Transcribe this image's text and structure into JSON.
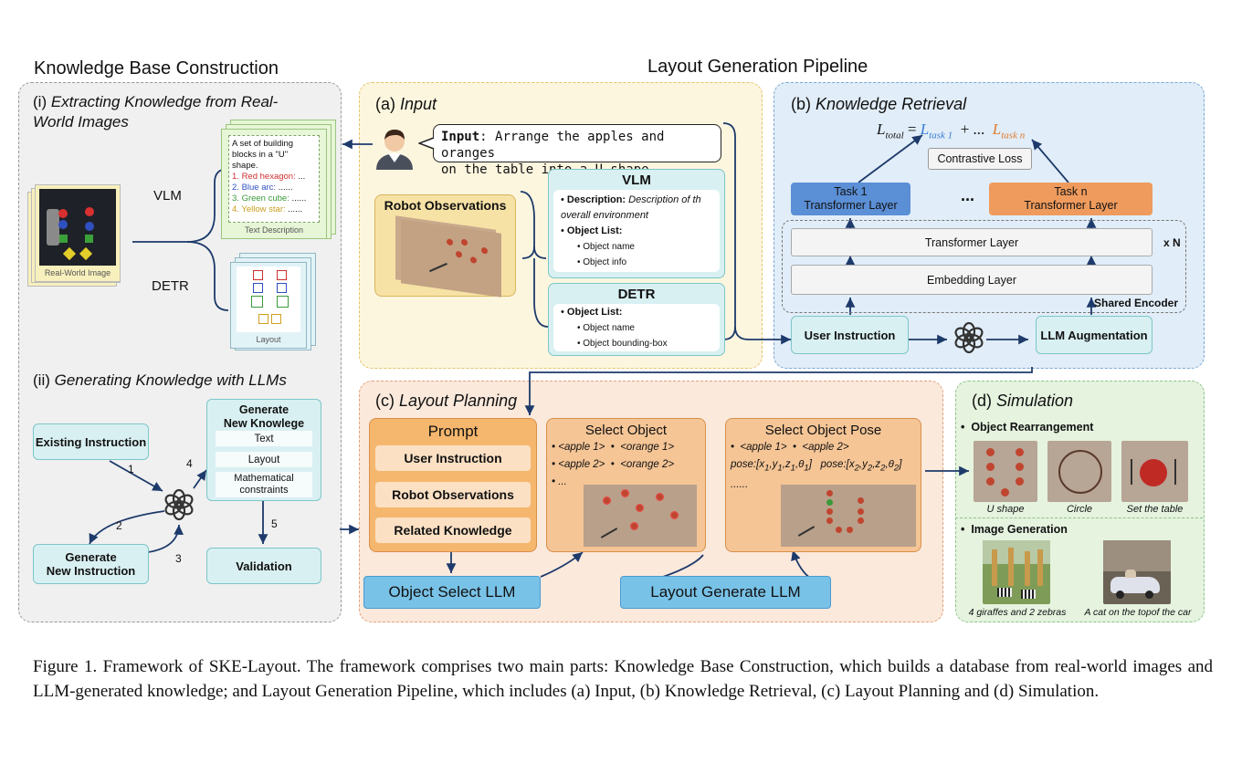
{
  "headers": {
    "kb": "Knowledge Base Construction",
    "lgp": "Layout Generation Pipeline"
  },
  "kb_panel": {
    "i_prefix": "(i)",
    "i_title_line1": "Extracting Knowledge from Real-",
    "i_title_line2": "World Images",
    "real_world_label": "Real-World Image",
    "vlm_label": "VLM",
    "detr_label": "DETR",
    "text_desc_intro": "A set of building blocks in a \"U\" shape.",
    "text_desc_items": [
      {
        "num": "1.",
        "name": "Red hexagon:",
        "rest": " ...",
        "color": "#d03030"
      },
      {
        "num": "2.",
        "name": "Blue arc:",
        "rest": " ......",
        "color": "#3050c0"
      },
      {
        "num": "3.",
        "name": "Green cube:",
        "rest": " ......",
        "color": "#3a9a3a"
      },
      {
        "num": "4.",
        "name": "Yellow star:",
        "rest": " ......",
        "color": "#c8a020"
      }
    ],
    "text_desc_label": "Text Description",
    "layout_label": "Layout",
    "ii_prefix": "(ii)",
    "ii_title": "Generating Knowledge with LLMs",
    "existing_instruction": "Existing Instruction",
    "generate_new_instruction_l1": "Generate",
    "generate_new_instruction_l2": "New Instruction",
    "generate_new_knowledge_l1": "Generate",
    "generate_new_knowledge_l2": "New Knowlege",
    "knowledge_items": [
      "Text",
      "Layout",
      "Mathematical constraints"
    ],
    "validation": "Validation",
    "steps": [
      "1",
      "2",
      "3",
      "4",
      "5"
    ]
  },
  "input_panel": {
    "prefix": "(a)",
    "title": "Input",
    "input_bold": "Input",
    "input_text_l1": ":  Arrange the apples and oranges",
    "input_text_l2": "on the table into a U-shape.",
    "robot_obs": "Robot Observations",
    "vlm": {
      "title": "VLM",
      "desc_label": "Description:",
      "desc_text": "Description of th overall environment",
      "list_label": "Object List:",
      "items": [
        "Object name",
        "Object info"
      ]
    },
    "detr": {
      "title": "DETR",
      "list_label": "Object List:",
      "items": [
        "Object name",
        "Object bounding-box"
      ]
    }
  },
  "retrieval_panel": {
    "prefix": "(b)",
    "title": "Knowledge Retrieval",
    "formula_lhs": "L",
    "formula_lhs_sub": "total",
    "formula_t1": "L",
    "formula_t1_sub": "task 1",
    "formula_mid": "+ ...",
    "formula_tn": "L",
    "formula_tn_sub": "task n",
    "contrastive": "Contrastive Loss",
    "task1_l1": "Task 1",
    "task1_l2": "Transformer Layer",
    "taskn_l1": "Task n",
    "taskn_l2": "Transformer Layer",
    "dots": "...",
    "transformer_layer": "Transformer Layer",
    "xn": "x N",
    "embedding_layer": "Embedding Layer",
    "shared_encoder": "Shared Encoder",
    "user_instruction": "User Instruction",
    "llm_augmentation": "LLM Augmentation",
    "task1_color": "#5b8fd6",
    "taskn_color": "#ef9b5d"
  },
  "planning_panel": {
    "prefix": "(c)",
    "title": "Layout Planning",
    "prompt": "Prompt",
    "slots": [
      "User Instruction",
      "Robot Observations",
      "Related Knowledge"
    ],
    "select_object": "Select Object",
    "so_items": [
      "<apple 1>",
      "<orange 1>",
      "<apple 2>",
      "<orange 2>",
      "..."
    ],
    "select_pose": "Select Object Pose",
    "sp_items": [
      "<apple 1>",
      "<apple 2>"
    ],
    "pose1": "pose:[x",
    "pose2": "pose:[x",
    "pose_dots": "......",
    "object_select_llm": "Object Select LLM",
    "layout_generate_llm": "Layout Generate LLM"
  },
  "simulation_panel": {
    "prefix": "(d)",
    "title": "Simulation",
    "rearr": "Object Rearrangement",
    "shapes": [
      "U shape",
      "Circle",
      "Set the table"
    ],
    "imggen": "Image Generation",
    "imgs": [
      "4 giraffes and 2 zebras",
      "A cat on the topof the car"
    ]
  },
  "caption": "Figure 1. Framework of SKE-Layout. The framework comprises two main parts: Knowledge Base Construction, which builds a database from real-world images and LLM-generated knowledge; and Layout Generation Pipeline, which includes (a) Input, (b) Knowledge Retrieval, (c) Layout Planning and (d) Simulation."
}
